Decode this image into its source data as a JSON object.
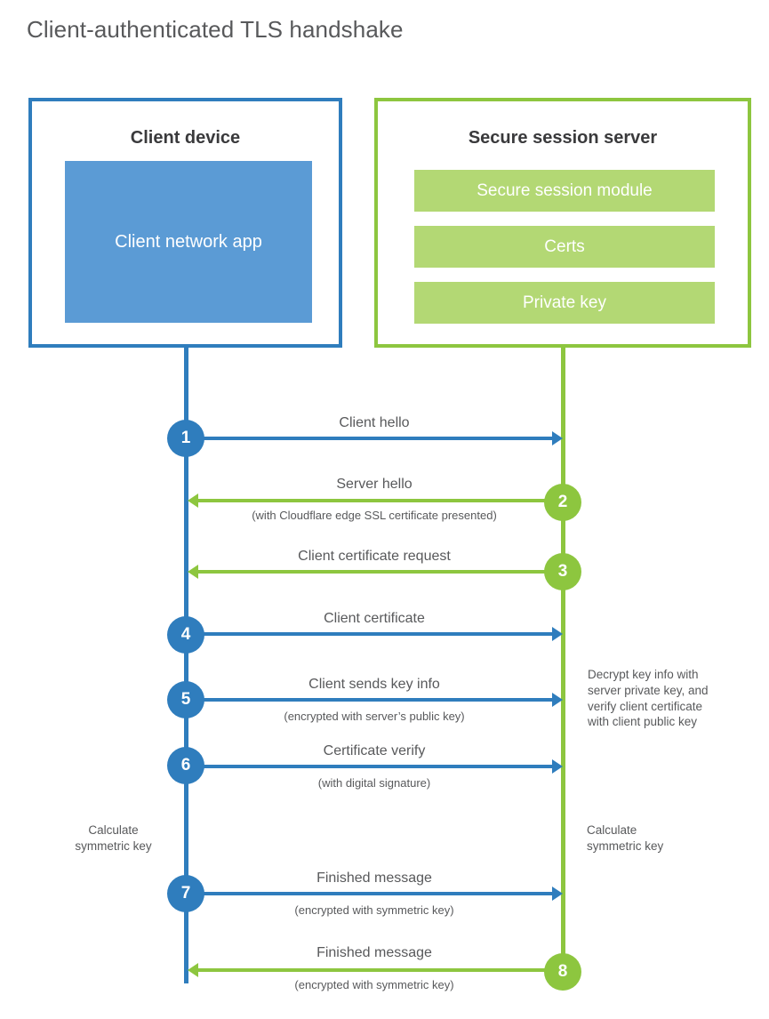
{
  "title": "Client-authenticated TLS handshake",
  "colors": {
    "blue": "#2f7dbd",
    "blue_fill": "#5b9bd5",
    "green": "#8dc63f",
    "green_fill": "#b3d874",
    "text": "#58595b",
    "heading": "#3a3a3c",
    "background": "#ffffff"
  },
  "parties": {
    "client": {
      "title": "Client device",
      "app_label": "Client network\napp"
    },
    "server": {
      "title": "Secure session server",
      "components": [
        "Secure session module",
        "Certs",
        "Private key"
      ]
    }
  },
  "steps": [
    {
      "number": "1",
      "direction": "client-to-server",
      "color": "blue",
      "label": "Client hello",
      "sublabel": ""
    },
    {
      "number": "2",
      "direction": "server-to-client",
      "color": "green",
      "label": "Server hello",
      "sublabel": "(with Cloudflare edge SSL certificate presented)"
    },
    {
      "number": "3",
      "direction": "server-to-client",
      "color": "green",
      "label": "Client certificate request",
      "sublabel": ""
    },
    {
      "number": "4",
      "direction": "client-to-server",
      "color": "blue",
      "label": "Client certificate",
      "sublabel": ""
    },
    {
      "number": "5",
      "direction": "client-to-server",
      "color": "blue",
      "label": "Client sends key info",
      "sublabel": "(encrypted with server’s public key)"
    },
    {
      "number": "6",
      "direction": "client-to-server",
      "color": "blue",
      "label": "Certificate verify",
      "sublabel": "(with digital signature)"
    },
    {
      "number": "7",
      "direction": "client-to-server",
      "color": "blue",
      "label": "Finished message",
      "sublabel": "(encrypted with symmetric key)"
    },
    {
      "number": "8",
      "direction": "server-to-client",
      "color": "green",
      "label": "Finished message",
      "sublabel": "(encrypted with symmetric key)"
    }
  ],
  "notes": {
    "server_decrypt": "Decrypt key info with\nserver private key, and\nverify client certificate\nwith client public key",
    "client_calc": "Calculate\nsymmetric key",
    "server_calc": "Calculate\nsymmetric key"
  }
}
